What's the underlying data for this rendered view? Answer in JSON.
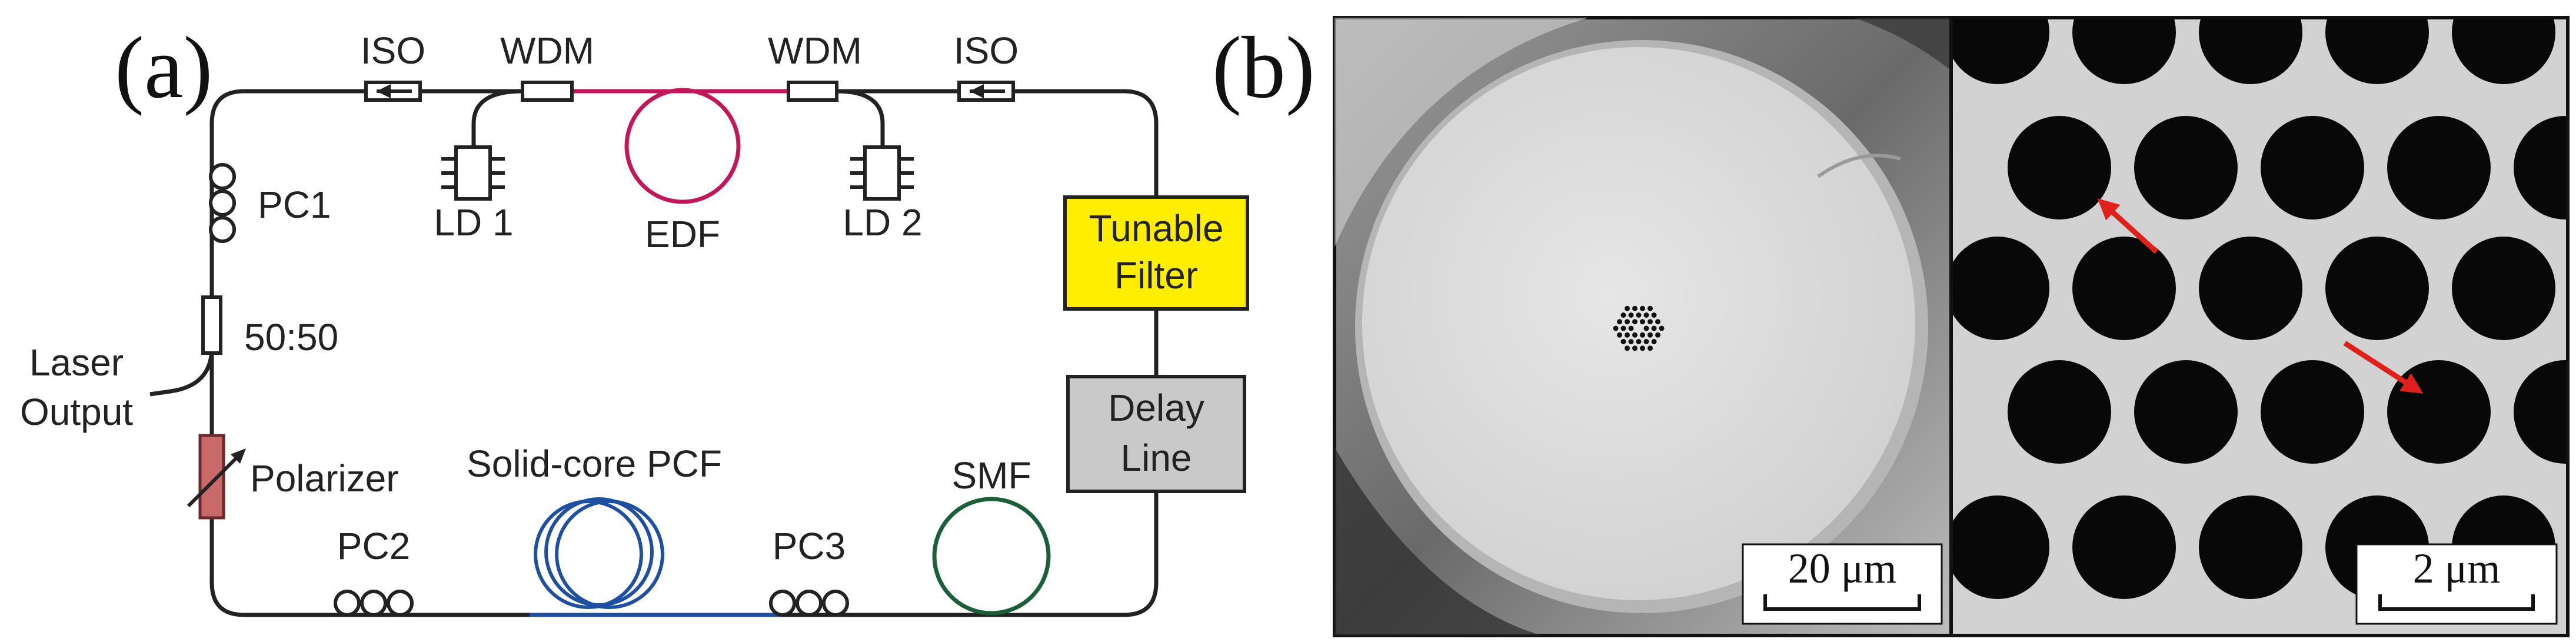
{
  "panel_a": {
    "label": "(a)",
    "components": {
      "iso_left": "ISO",
      "wdm_left": "WDM",
      "wdm_right": "WDM",
      "iso_right": "ISO",
      "ld1": "LD 1",
      "edf": "EDF",
      "ld2": "LD 2",
      "pc1": "PC1",
      "coupler": "50:50",
      "laser_output_line1": "Laser",
      "laser_output_line2": "Output",
      "polarizer": "Polarizer",
      "pc2": "PC2",
      "pcf": "Solid-core PCF",
      "pc3": "PC3",
      "smf": "SMF",
      "tunable_filter_line1": "Tunable",
      "tunable_filter_line2": "Filter",
      "delay_line_line1": "Delay",
      "delay_line_line2": "Line"
    },
    "colors": {
      "edf_fiber": "#c2185b",
      "pcf_fiber": "#1f4fa0",
      "smf_fiber": "#1b5e3a",
      "tunable_filter_fill": "#ffee00",
      "delay_line_fill": "#c9c9c9",
      "polarizer_fill": "#c96a6a"
    }
  },
  "panel_b": {
    "label": "(b)",
    "scale_left": "20 μm",
    "scale_right": "2 μm",
    "arrow_color": "#e0201b"
  }
}
